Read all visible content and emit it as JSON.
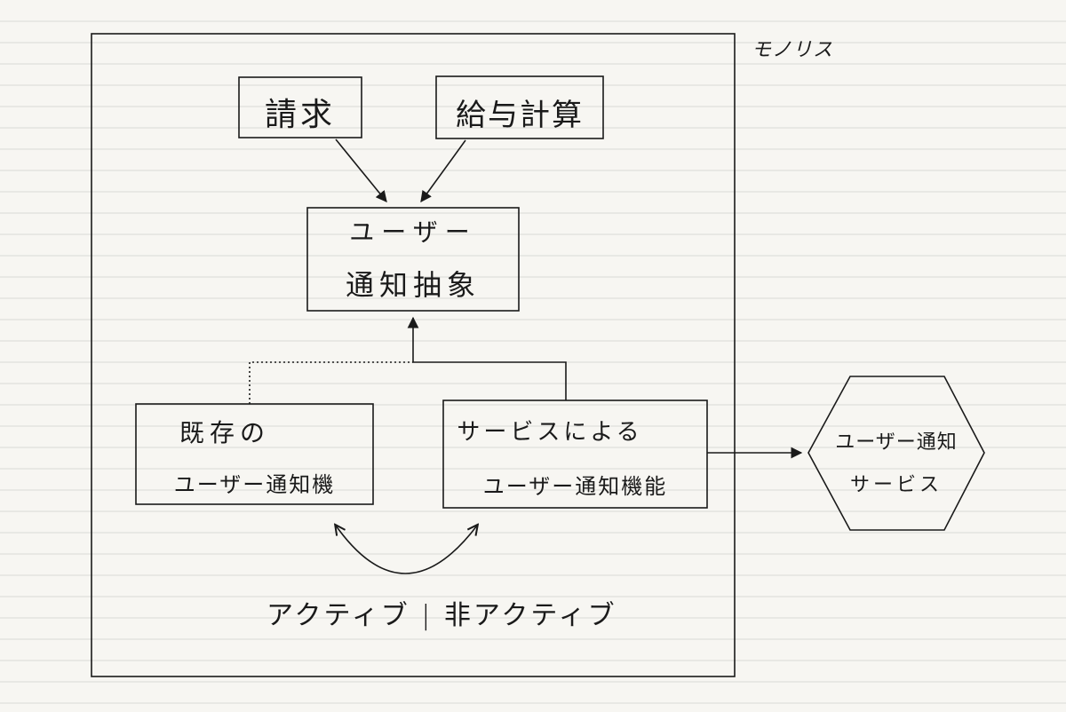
{
  "labels": {
    "monolith": "モノリス",
    "billing": "請求",
    "payroll": "給与計算",
    "abstraction_line1": "ユーザー",
    "abstraction_line2": "通知抽象",
    "existing_line1": "既存の",
    "existing_line2": "ユーザー通知機",
    "service_line1": "サービスによる",
    "service_line2": "ユーザー通知機能",
    "external_line1": "ユーザー通知",
    "external_line2": "サービス",
    "toggle_caption": "アクティブ | 非アクティブ"
  },
  "colors": {
    "paper": "#f7f6f2",
    "rule_line": "#d9d9d6",
    "ink": "#1a1a1a"
  }
}
